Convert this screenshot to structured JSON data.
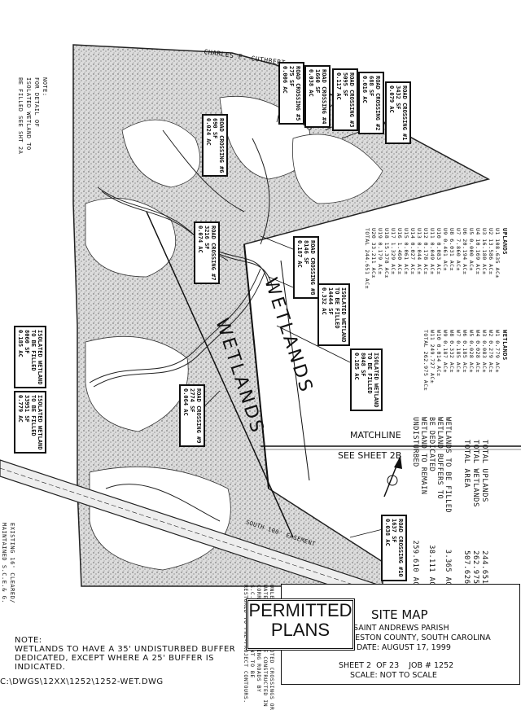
{
  "map": {
    "labels": {
      "owner": "CHARLES F. CUTHBERT",
      "wetlands_big_1": "WETLANDS",
      "wetlands_big_2": "WETLANDS",
      "matchline": "MATCHLINE",
      "see_sheet": "SEE SHEET 2B",
      "easement_road": "SOUTH 100' EASEMENT",
      "existing_easement": "EXISTING 16' CLEARED/\nMAINTAINED S.C.E.& G.\nEASEMENT",
      "left_note": "NOTE:\nFOR DETAIL OF\nISOLATED WETLAND TO\nBE FILLED SEE SHT 2A"
    },
    "crossings": [
      {
        "text": "ROAD CROSSING #1\n3432 SF\n0.079 AC"
      },
      {
        "text": "ROAD CROSSING #2\n688 SF\n0.016 AC"
      },
      {
        "text": "ROAD CROSSING #3\n5095 SF\n0.117 AC"
      },
      {
        "text": "ROAD CROSSING #4\n1660 SF\n0.038 AC"
      },
      {
        "text": "ROAD CROSSING #5\n275 SF\n0.006 AC"
      },
      {
        "text": "ROAD CROSSING #6\n690 SF\n0.024 AC"
      },
      {
        "text": "ROAD CROSSING #7\n3216 SF\n0.074 AC"
      },
      {
        "text": "ROAD CROSSING #8\n8146 SF\n0.187 AC"
      },
      {
        "text": "ROAD CROSSING #9\n2774 SF\n0.064 AC"
      },
      {
        "text": "ROAD CROSSING #10\n1637 SF\n0.038 AC"
      },
      {
        "text": "ISOLATED WETLAND\nTO BE FILLED\n14444 SF\n0.332 AC"
      },
      {
        "text": "ISOLATED WETLAND\nTO BE FILLED\n8048 SF\n0.185 AC"
      },
      {
        "text": "ISOLATED WETLAND\nTO BE FILLED\n8060 SF\n0.185 AC"
      },
      {
        "text": "ISOLATED WETLAND\nTO BE FILLED\n33951 SF\n0.779 AC"
      }
    ],
    "uplands_header": "UPLANDS",
    "uplands_rows": "U1 108.635 AC±\nU2 13.586 AC±\nU3 16.180 AC±\nU4 10.169 AC±\nU5 0.000 AC±\nU6 20.194 AC±\nU7 7.860 AC±\nU8 6.031 AC±\nU9 0.461 AC±\nU10 0.083 AC±\nU11 0.049 AC±\nU12 0.178 AC±\nU13 0.044 AC±\nU14 0.027 AC±\nU15 0.061 AC±\nU16 1.460 AC±\nU17 1.329 AC±\nU18 15.378 AC±\nU19 0.179 AC±\nU20 33.211 AC±\nTOTAL 244.651 AC±",
    "wetlands_header": "WETLANDS",
    "wetlands_rows": "W1 0.779 AC±\nW2 0.279 AC±\nW3 0.083 AC±\nW4 0.028 AC±\nW5 0.028 AC±\nW6 0.185 AC±\nW7 0.185 AC±\nW8 0.332 AC±\nW9 0.187 AC±\nW10 0.014 AC±\nW11 249.727 AC±\nTOTAL 262.975 AC±",
    "totals": "TOTAL UPLANDS          244.651 AC±\nTOTAL WETLANDS         262.975 AC±\nTOTAL AREA             507.626 AC±",
    "wetland_summary": "WETLANDS TO BE FILLED        3.365 AC±\nWETLAND BUFFERS TO\nBE DEDICATED                38.111 AC±\nWETLAND TO REMAIN\nUNDISTURBED                259.610 AC±"
  },
  "stamp": {
    "line1": "PERMITTED",
    "line2": "PLANS"
  },
  "title_block": {
    "title": "SITE MAP",
    "parish": "SAINT ANDREWS PARISH",
    "county": "CHARLESTON COUNTY, SOUTH CAROLINA",
    "date": "DATE: AUGUST 17, 1999",
    "sheet": "SHEET 2  OF 23    JOB # 1252",
    "scale": "SCALE: NOT TO SCALE"
  },
  "vertical_note": "UNLESS OTHERWISE NOTED CROSSINGS OR\nWATERWAYS ARE TO BE CONSTRUCTED IN\nCORRIDORS OF EXISTING ROADS BY\nS.C.E. & G. EASEMENT TO BE\nRESTORED TO PRE-PROJECT CONTOURS.",
  "note": "NOTE:\nWETLANDS TO HAVE A 35' UNDISTURBED BUFFER\nDEDICATED, EXCEPT WHERE A 25' BUFFER IS\nINDICATED.",
  "file_path": "C:\\DWGS\\12XX\\1252\\1252-WET.DWG"
}
